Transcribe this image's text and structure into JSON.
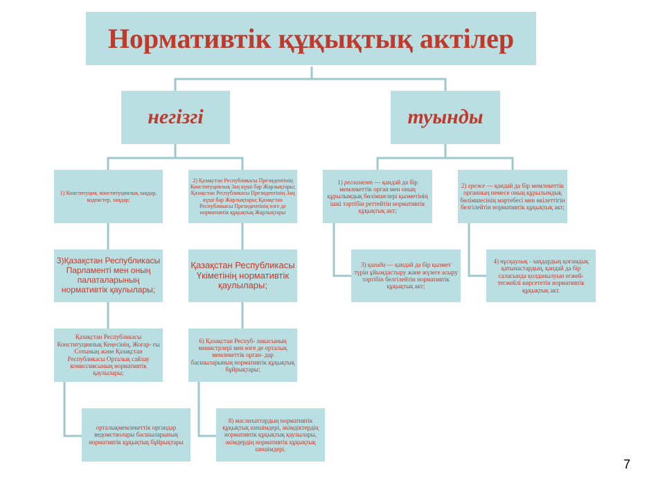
{
  "title": "Нормативтік құқықтық актілер",
  "categories": {
    "primary": "негізгі",
    "derived": "туынды"
  },
  "primary_items": {
    "item1": "1) Конституция, конституциялық заңдар, кодекстер, заңдар;",
    "item2": "2) Қазақстан Республикасы Президентінің Конституциялық Заң күші бар Жарлықтары; Қазақстан Республикасы Президентінің Заң күші бар Жарлықтары; Қазақстан Республикасы Президентінің өзге де нормативтік құқықтық Жарлықтары",
    "item3": "3)Қазақстан Республикасы Парламенті мен оның палаталарының нормативтік қаулылары;",
    "item4": "Қазақстан Республикасы Үкіметінің нормативтік қаулылары;",
    "item5": "Қазақстан Республикасы Конституциялық Кеңесінің, Жоғар- ғы Сотының және Қазақстан Республикасы Орталық сайлау комиссиясының нормативтік қаулылары;",
    "item6": "6) Қазақстан Респуб- ликасының министрлері мен өзге де орталық мемлекеттік орган- дар басшыларының нормативтік құқықтық бұйрықтары;",
    "item7": "орталықмемлекеттік органдар ведомстволары басшыларының нормативтік құқықтық бұйрықтары",
    "item8": "8) мәслихаттардың нормативтік құқықтық шешімдері, әкімдіктердің нормативтік құқықтық қаулылары, әкімдердің нормативтік құқықтық шешімдері."
  },
  "derived_items": {
    "item1": {
      "num": "1)",
      "term": "регламент",
      "rest": " — қандай да бір мемлекеттік орган мен оның құрылымдық бөлімшелері қызметінің ішкі тәртібін реттейтін нормативтік құқықтық акт;"
    },
    "item2": {
      "num": "2)",
      "term": "ереже",
      "rest": " — қандай да бір мемлекеттік органның немесе оның құрылымдық бөлімшесінің мәртебесі мен өкілеттігін белгілейтін нормативтік құқықтық акт;"
    },
    "item3": {
      "num": "3)",
      "term": "қағида",
      "rest": " — қандай да бір қызмет түрін ұйымдастыру және жүзеге асыру тәртібін белгілейтін нормативтік құқықтық акт;"
    },
    "item4": {
      "num": "4)",
      "term": "нұсқаулық",
      "rest": " - заңдардың қоғамдық қатынастардың, қандай да бір саласында қолданылуын егжей-тегжейлі көрсететін нормативтік құқықтық акт."
    }
  },
  "page_number": "7",
  "colors": {
    "box_fill": "#b9dfe3",
    "text": "#c0392b",
    "connector": "#9fc8cd"
  }
}
